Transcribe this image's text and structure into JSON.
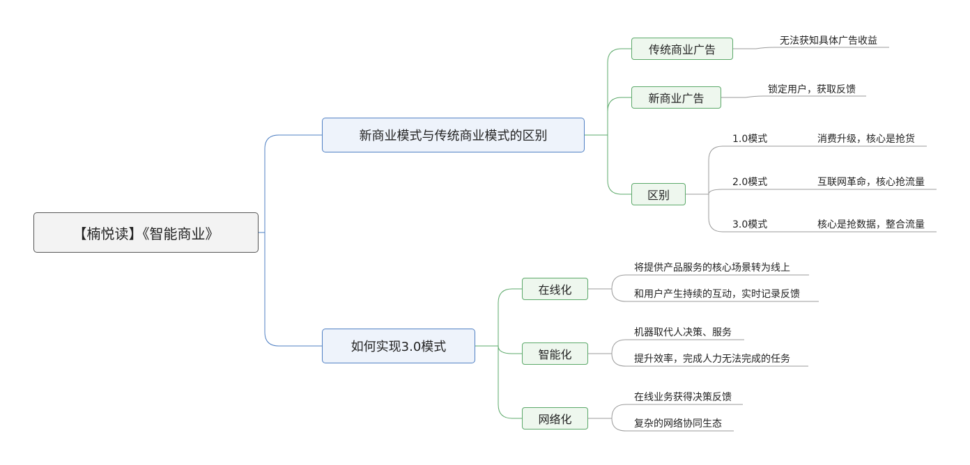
{
  "root": {
    "label": "【楠悦读】《智能商业》"
  },
  "branch_1": {
    "label": "新商业模式与传统商业模式的区别",
    "traditional_ad": {
      "label": "传统商业广告",
      "detail": "无法获知具体广告收益"
    },
    "new_ad": {
      "label": "新商业广告",
      "detail": "锁定用户，获取反馈"
    },
    "difference": {
      "label": "区别",
      "modes": [
        {
          "name": "1.0模式",
          "detail": "消费升级，核心是抢货"
        },
        {
          "name": "2.0模式",
          "detail": "互联网革命，核心抢流量"
        },
        {
          "name": "3.0模式",
          "detail": "核心是抢数据，整合流量"
        }
      ]
    }
  },
  "branch_2": {
    "label": "如何实现3.0模式",
    "online": {
      "label": "在线化",
      "items": [
        "将提供产品服务的核心场景转为线上",
        "和用户产生持续的互动，实时记录反馈"
      ]
    },
    "intelligent": {
      "label": "智能化",
      "items": [
        "机器取代人决策、服务",
        "提升效率，完成人力无法完成的任务"
      ]
    },
    "networked": {
      "label": "网络化",
      "items": [
        "在线业务获得决策反馈",
        "复杂的网络协同生态"
      ]
    }
  },
  "colors": {
    "root_border": "#555555",
    "main_border": "#4e7fc3",
    "main_fill": "#eef3fb",
    "sub_border": "#5aa868",
    "sub_fill": "#eef7ee",
    "connector_blue": "#4e7fc3",
    "connector_green": "#5aa868",
    "connector_gray": "#9a9a9a"
  }
}
